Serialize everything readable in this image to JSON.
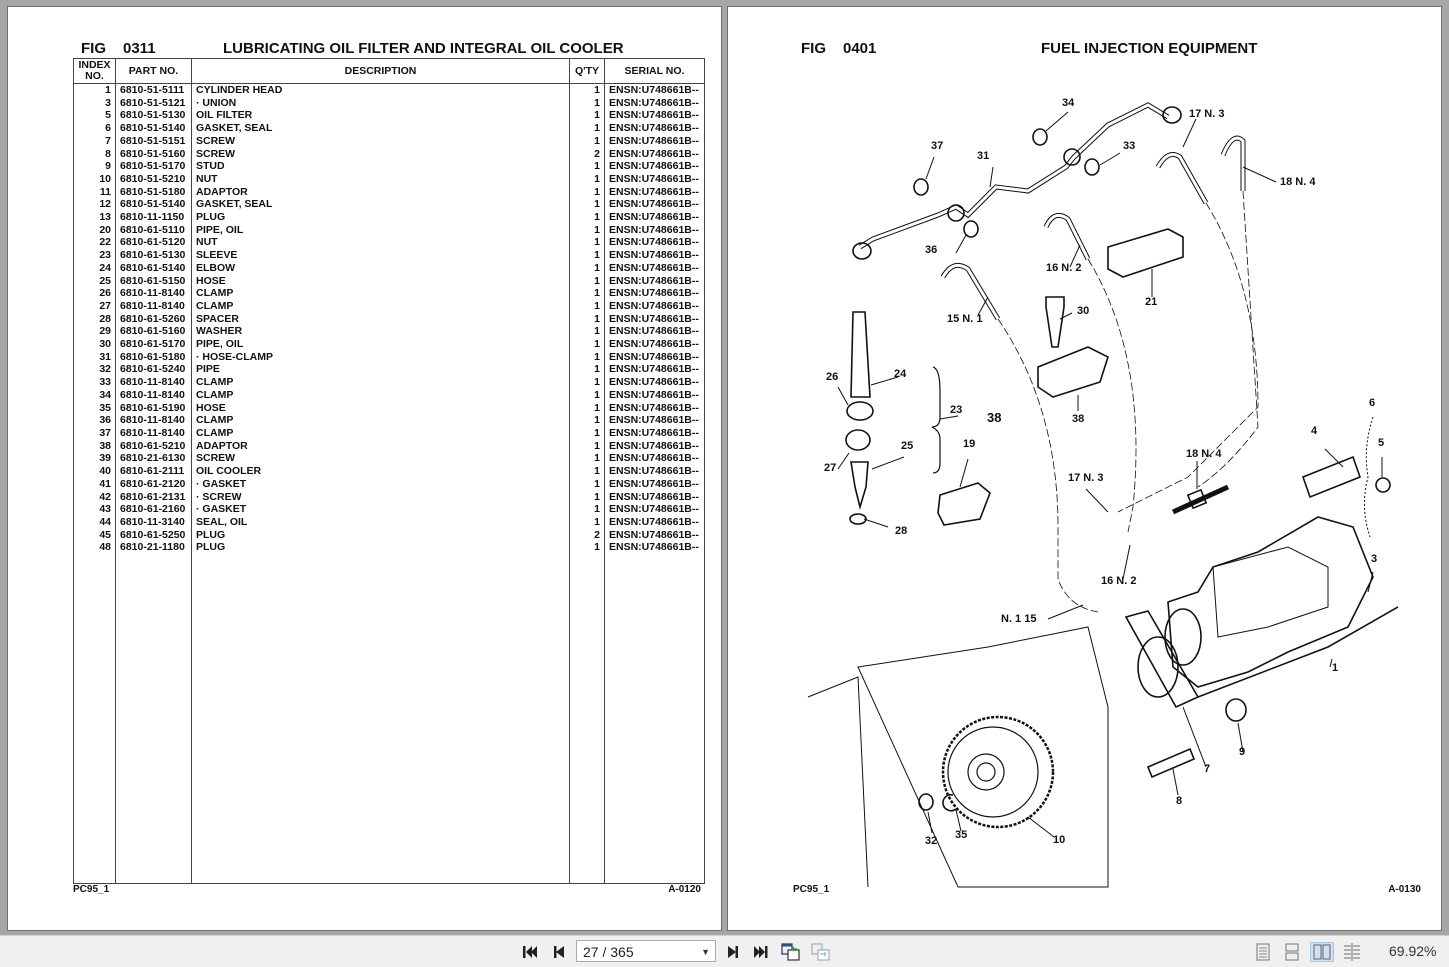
{
  "left_page": {
    "fig_label": "FIG",
    "fig_number": "0311",
    "title": "LUBRICATING OIL FILTER AND INTEGRAL OIL COOLER",
    "columns": {
      "index": "INDEX NO.",
      "part_no": "PART NO.",
      "description": "DESCRIPTION",
      "qty": "Q'TY",
      "serial": "SERIAL NO."
    },
    "rows": [
      {
        "index": "1",
        "part_no": "6810-51-5111",
        "description": "CYLINDER HEAD",
        "qty": "1",
        "serial": "ENSN:U748661B--"
      },
      {
        "index": "3",
        "part_no": "6810-51-5121",
        "description": "·  UNION",
        "qty": "1",
        "serial": "ENSN:U748661B--"
      },
      {
        "index": "5",
        "part_no": "6810-51-5130",
        "description": "OIL FILTER",
        "qty": "1",
        "serial": "ENSN:U748661B--"
      },
      {
        "index": "6",
        "part_no": "6810-51-5140",
        "description": "GASKET, SEAL",
        "qty": "1",
        "serial": "ENSN:U748661B--"
      },
      {
        "index": "7",
        "part_no": "6810-51-5151",
        "description": "SCREW",
        "qty": "1",
        "serial": "ENSN:U748661B--"
      },
      {
        "index": "8",
        "part_no": "6810-51-5160",
        "description": "SCREW",
        "qty": "2",
        "serial": "ENSN:U748661B--"
      },
      {
        "index": "9",
        "part_no": "6810-51-5170",
        "description": "STUD",
        "qty": "1",
        "serial": "ENSN:U748661B--"
      },
      {
        "index": "10",
        "part_no": "6810-51-5210",
        "description": "NUT",
        "qty": "1",
        "serial": "ENSN:U748661B--"
      },
      {
        "index": "11",
        "part_no": "6810-51-5180",
        "description": "ADAPTOR",
        "qty": "1",
        "serial": "ENSN:U748661B--"
      },
      {
        "index": "12",
        "part_no": "6810-51-5140",
        "description": "GASKET, SEAL",
        "qty": "1",
        "serial": "ENSN:U748661B--"
      },
      {
        "index": "13",
        "part_no": "6810-11-1150",
        "description": "PLUG",
        "qty": "1",
        "serial": "ENSN:U748661B--"
      },
      {
        "index": "20",
        "part_no": "6810-61-5110",
        "description": "PIPE, OIL",
        "qty": "1",
        "serial": "ENSN:U748661B--"
      },
      {
        "index": "22",
        "part_no": "6810-61-5120",
        "description": "NUT",
        "qty": "1",
        "serial": "ENSN:U748661B--"
      },
      {
        "index": "23",
        "part_no": "6810-61-5130",
        "description": "SLEEVE",
        "qty": "1",
        "serial": "ENSN:U748661B--"
      },
      {
        "index": "24",
        "part_no": "6810-61-5140",
        "description": "ELBOW",
        "qty": "1",
        "serial": "ENSN:U748661B--"
      },
      {
        "index": "25",
        "part_no": "6810-61-5150",
        "description": "HOSE",
        "qty": "1",
        "serial": "ENSN:U748661B--"
      },
      {
        "index": "26",
        "part_no": "6810-11-8140",
        "description": "CLAMP",
        "qty": "1",
        "serial": "ENSN:U748661B--"
      },
      {
        "index": "27",
        "part_no": "6810-11-8140",
        "description": "CLAMP",
        "qty": "1",
        "serial": "ENSN:U748661B--"
      },
      {
        "index": "28",
        "part_no": "6810-61-5260",
        "description": "SPACER",
        "qty": "1",
        "serial": "ENSN:U748661B--"
      },
      {
        "index": "29",
        "part_no": "6810-61-5160",
        "description": "WASHER",
        "qty": "1",
        "serial": "ENSN:U748661B--"
      },
      {
        "index": "30",
        "part_no": "6810-61-5170",
        "description": "PIPE, OIL",
        "qty": "1",
        "serial": "ENSN:U748661B--"
      },
      {
        "index": "31",
        "part_no": "6810-61-5180",
        "description": "·  HOSE-CLAMP",
        "qty": "1",
        "serial": "ENSN:U748661B--"
      },
      {
        "index": "32",
        "part_no": "6810-61-5240",
        "description": "PIPE",
        "qty": "1",
        "serial": "ENSN:U748661B--"
      },
      {
        "index": "33",
        "part_no": "6810-11-8140",
        "description": "CLAMP",
        "qty": "1",
        "serial": "ENSN:U748661B--"
      },
      {
        "index": "34",
        "part_no": "6810-11-8140",
        "description": "CLAMP",
        "qty": "1",
        "serial": "ENSN:U748661B--"
      },
      {
        "index": "35",
        "part_no": "6810-61-5190",
        "description": "HOSE",
        "qty": "1",
        "serial": "ENSN:U748661B--"
      },
      {
        "index": "36",
        "part_no": "6810-11-8140",
        "description": "CLAMP",
        "qty": "1",
        "serial": "ENSN:U748661B--"
      },
      {
        "index": "37",
        "part_no": "6810-11-8140",
        "description": "CLAMP",
        "qty": "1",
        "serial": "ENSN:U748661B--"
      },
      {
        "index": "38",
        "part_no": "6810-61-5210",
        "description": "ADAPTOR",
        "qty": "1",
        "serial": "ENSN:U748661B--"
      },
      {
        "index": "39",
        "part_no": "6810-21-6130",
        "description": "SCREW",
        "qty": "1",
        "serial": "ENSN:U748661B--"
      },
      {
        "index": "40",
        "part_no": "6810-61-2111",
        "description": "OIL COOLER",
        "qty": "1",
        "serial": "ENSN:U748661B--"
      },
      {
        "index": "41",
        "part_no": "6810-61-2120",
        "description": "·  GASKET",
        "qty": "1",
        "serial": "ENSN:U748661B--"
      },
      {
        "index": "42",
        "part_no": "6810-61-2131",
        "description": "·  SCREW",
        "qty": "1",
        "serial": "ENSN:U748661B--"
      },
      {
        "index": "43",
        "part_no": "6810-61-2160",
        "description": "·  GASKET",
        "qty": "1",
        "serial": "ENSN:U748661B--"
      },
      {
        "index": "44",
        "part_no": "6810-11-3140",
        "description": "SEAL, OIL",
        "qty": "1",
        "serial": "ENSN:U748661B--"
      },
      {
        "index": "45",
        "part_no": "6810-61-5250",
        "description": "PLUG",
        "qty": "2",
        "serial": "ENSN:U748661B--"
      },
      {
        "index": "48",
        "part_no": "6810-21-1180",
        "description": "PLUG",
        "qty": "1",
        "serial": "ENSN:U748661B--"
      }
    ],
    "footer_left": "PC95_1",
    "footer_right": "A-0120"
  },
  "right_page": {
    "fig_label": "FIG",
    "fig_number": "0401",
    "title": "FUEL INJECTION EQUIPMENT",
    "callouts": [
      "34",
      "17 N. 3",
      "37",
      "31",
      "33",
      "18  N. 4",
      "36",
      "16  N. 2",
      "21",
      "30",
      "15  N. 1",
      "24",
      "26",
      "23",
      "38",
      "38",
      "25",
      "27",
      "19",
      "28",
      "18 N. 4",
      "17 N. 3",
      "6",
      "4",
      "5",
      "16 N. 2",
      "3",
      "N. 1 15",
      "1",
      "9",
      "7",
      "8",
      "10",
      "32",
      "35"
    ],
    "footer_left": "PC95_1",
    "footer_right": "A-0130"
  },
  "toolbar": {
    "first_page_icon": "first-page-icon",
    "prev_page_icon": "prev-page-icon",
    "page_indicator": "27 / 365",
    "next_page_icon": "next-page-icon",
    "last_page_icon": "last-page-icon",
    "zoom_level": "69.92%"
  }
}
